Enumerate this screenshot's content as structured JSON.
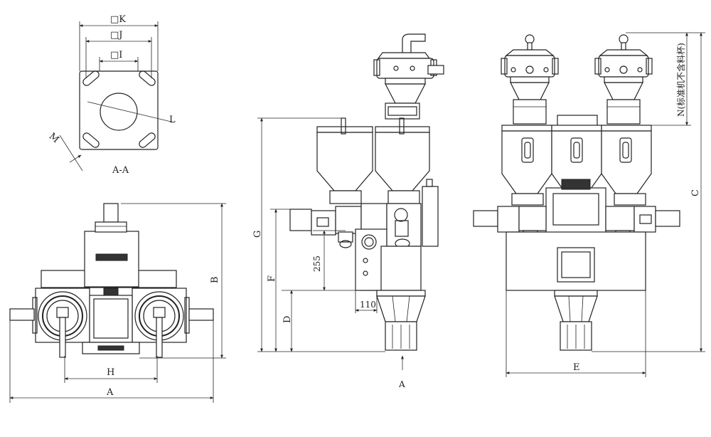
{
  "labels": {
    "section_aa": "A-A",
    "K": "□K",
    "J": "□J",
    "I": "□I",
    "L": "L",
    "M": "M",
    "A": "A",
    "B": "B",
    "H": "H",
    "G": "G",
    "F": "F",
    "D": "D",
    "dim_255": "255",
    "dim_110": "110",
    "arrow_A": "A",
    "C": "C",
    "E": "E",
    "N": "N(标准机不含料杯)"
  }
}
